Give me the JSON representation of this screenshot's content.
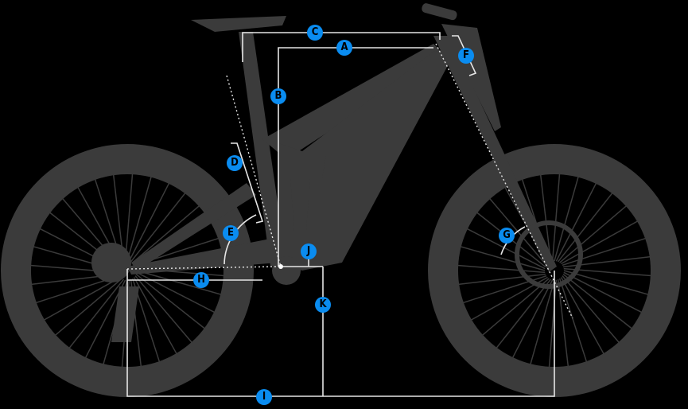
{
  "diagram": {
    "title": "Bike geometry",
    "labels": {
      "A": "A",
      "B": "B",
      "C": "C",
      "D": "D",
      "E": "E",
      "F": "F",
      "G": "G",
      "H": "H",
      "I": "I",
      "J": "J",
      "K": "K"
    },
    "colors": {
      "badge": "#0a8cf0",
      "bike": "#3b3b3b",
      "lines": "#e6e6e6",
      "background": "#000000"
    }
  }
}
